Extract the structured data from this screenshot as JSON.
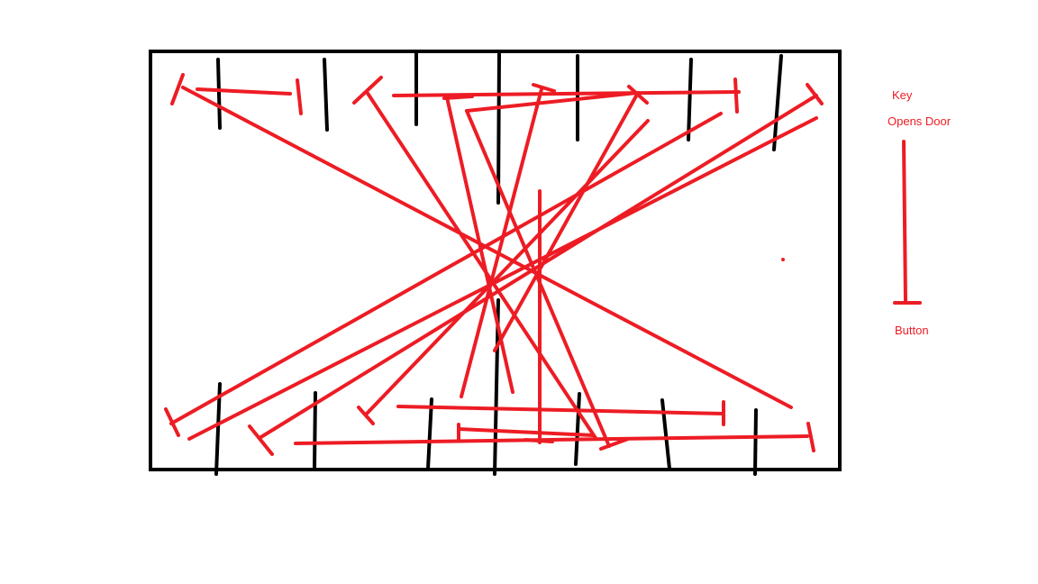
{
  "colors": {
    "background": "#ffffff",
    "wall": "#000000",
    "link": "#ed1c24"
  },
  "key": {
    "title": "Key",
    "opens_label": "Opens Door",
    "button_label": "Button"
  }
}
